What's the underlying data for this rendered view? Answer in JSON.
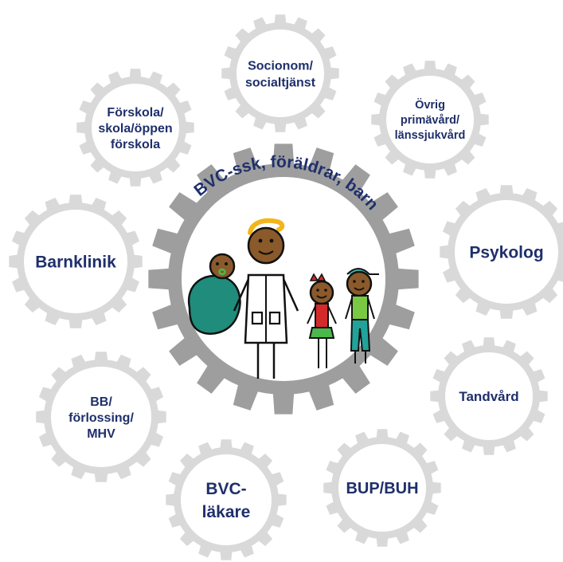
{
  "center": {
    "title": "BVC-ssk, föräldrar, barn"
  },
  "satellites": [
    {
      "name": "forskola",
      "lines": [
        "Förskola/",
        "skola/öppen",
        "förskola"
      ]
    },
    {
      "name": "socionom",
      "lines": [
        "Socionom/",
        "socialtjänst"
      ]
    },
    {
      "name": "ovrig-primarvard",
      "lines": [
        "Övrig",
        "primävård/",
        "länssjukvård"
      ]
    },
    {
      "name": "barnklinik",
      "lines": [
        "Barnklinik"
      ]
    },
    {
      "name": "psykolog",
      "lines": [
        "Psykolog"
      ]
    },
    {
      "name": "bb-forlossning",
      "lines": [
        "BB/",
        "förlossing/",
        "MHV"
      ]
    },
    {
      "name": "tandvard",
      "lines": [
        "Tandvård"
      ]
    },
    {
      "name": "bvc-lakare",
      "lines": [
        "BVC-",
        "läkare"
      ]
    },
    {
      "name": "bup-buh",
      "lines": [
        "BUP/BUH"
      ]
    }
  ],
  "colors": {
    "gear_gray": "#d9d9d9",
    "center_gear_gray": "#9e9e9e",
    "text_navy": "#1f2f6b",
    "teal": "#1f8c7c",
    "brown": "#8b5a2b",
    "hair_yellow": "#f3b51c",
    "red": "#d42a2a",
    "green": "#4ab84a",
    "shirt_green": "#7ac943",
    "pants_teal": "#21a39a",
    "cap_teal": "#3ab9b0"
  }
}
